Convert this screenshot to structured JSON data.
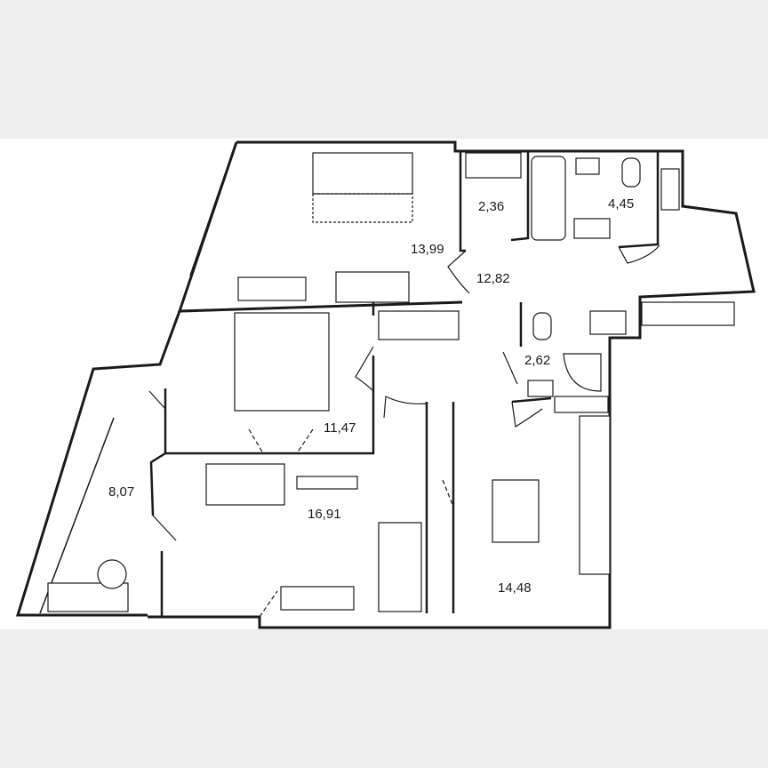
{
  "colors": {
    "background": "#eeeeee",
    "floor": "#ffffff",
    "wall": "#1a1a1a"
  },
  "rooms": [
    {
      "id": "living-room",
      "area": "13,99"
    },
    {
      "id": "hall",
      "area": "12,82"
    },
    {
      "id": "wardrobe",
      "area": "2,36"
    },
    {
      "id": "bathroom",
      "area": "4,45"
    },
    {
      "id": "bedroom-1",
      "area": "11,47"
    },
    {
      "id": "wc",
      "area": "2,62"
    },
    {
      "id": "loggia",
      "area": "8,07"
    },
    {
      "id": "bedroom-2",
      "area": "16,91"
    },
    {
      "id": "kitchen",
      "area": "14,48"
    }
  ]
}
